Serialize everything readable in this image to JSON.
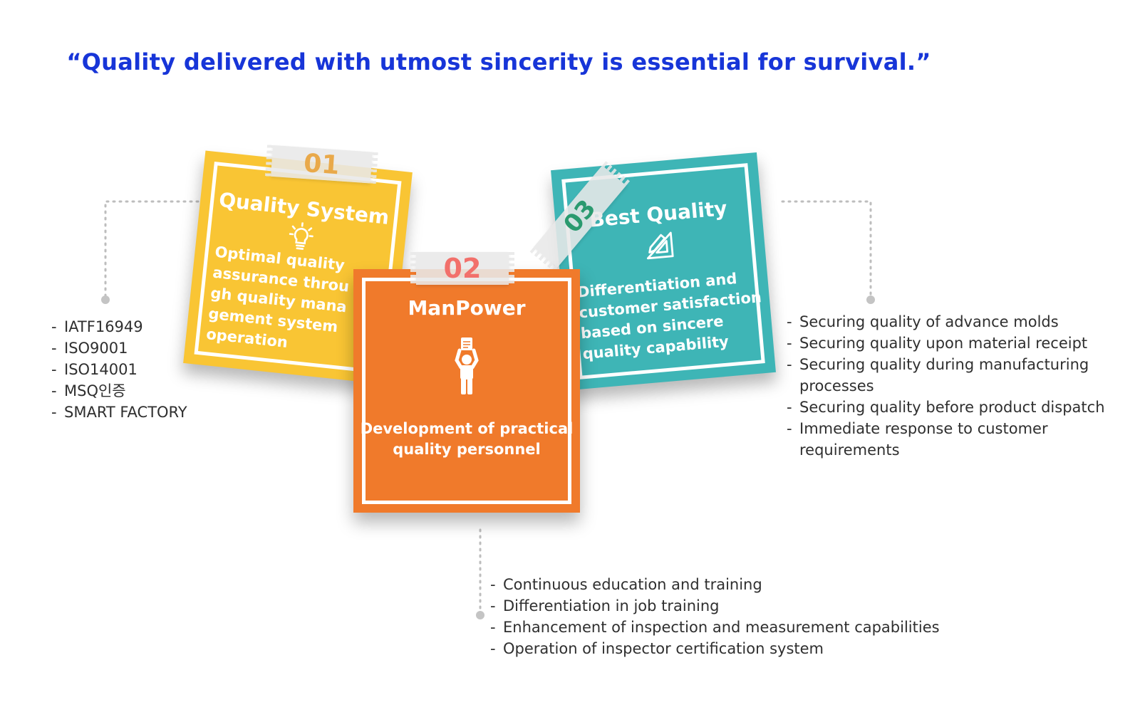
{
  "headline": "“Quality delivered with utmost sincerity is essential for survival.”",
  "cards": [
    {
      "number": "01",
      "title": "Quality System",
      "icon": "lightbulb-icon",
      "body": "Optimal quality assurance through quality management system operation",
      "color": "#f9c534",
      "number_color": "#e9a94a"
    },
    {
      "number": "02",
      "title": "ManPower",
      "icon": "person-with-document-icon",
      "body": "Development of practical quality personnel",
      "color": "#f07a2b",
      "number_color": "#f2706b"
    },
    {
      "number": "03",
      "title": "Best Quality",
      "icon": "ruler-pencil-icon",
      "body": "Differentiation and customer satisfaction based on sincere quality capability",
      "color": "#3eb5b6",
      "number_color": "#2a9a6f"
    }
  ],
  "lists": {
    "quality_system": [
      "IATF16949",
      "ISO9001",
      "ISO14001",
      "MSQ인증",
      "SMART FACTORY"
    ],
    "manpower": [
      "Continuous education and training",
      "Differentiation in job training",
      "Enhancement of inspection and measurement capabilities",
      "Operation of inspector certification system"
    ],
    "best_quality": [
      "Securing quality of advance molds",
      "Securing quality upon material receipt",
      "Securing quality during manufacturing processes",
      "Securing quality before product dispatch",
      "Immediate response to customer requirements"
    ]
  },
  "colors": {
    "headline": "#1735d8",
    "connector": "#bdbdbd",
    "text": "#2f2f2f"
  }
}
